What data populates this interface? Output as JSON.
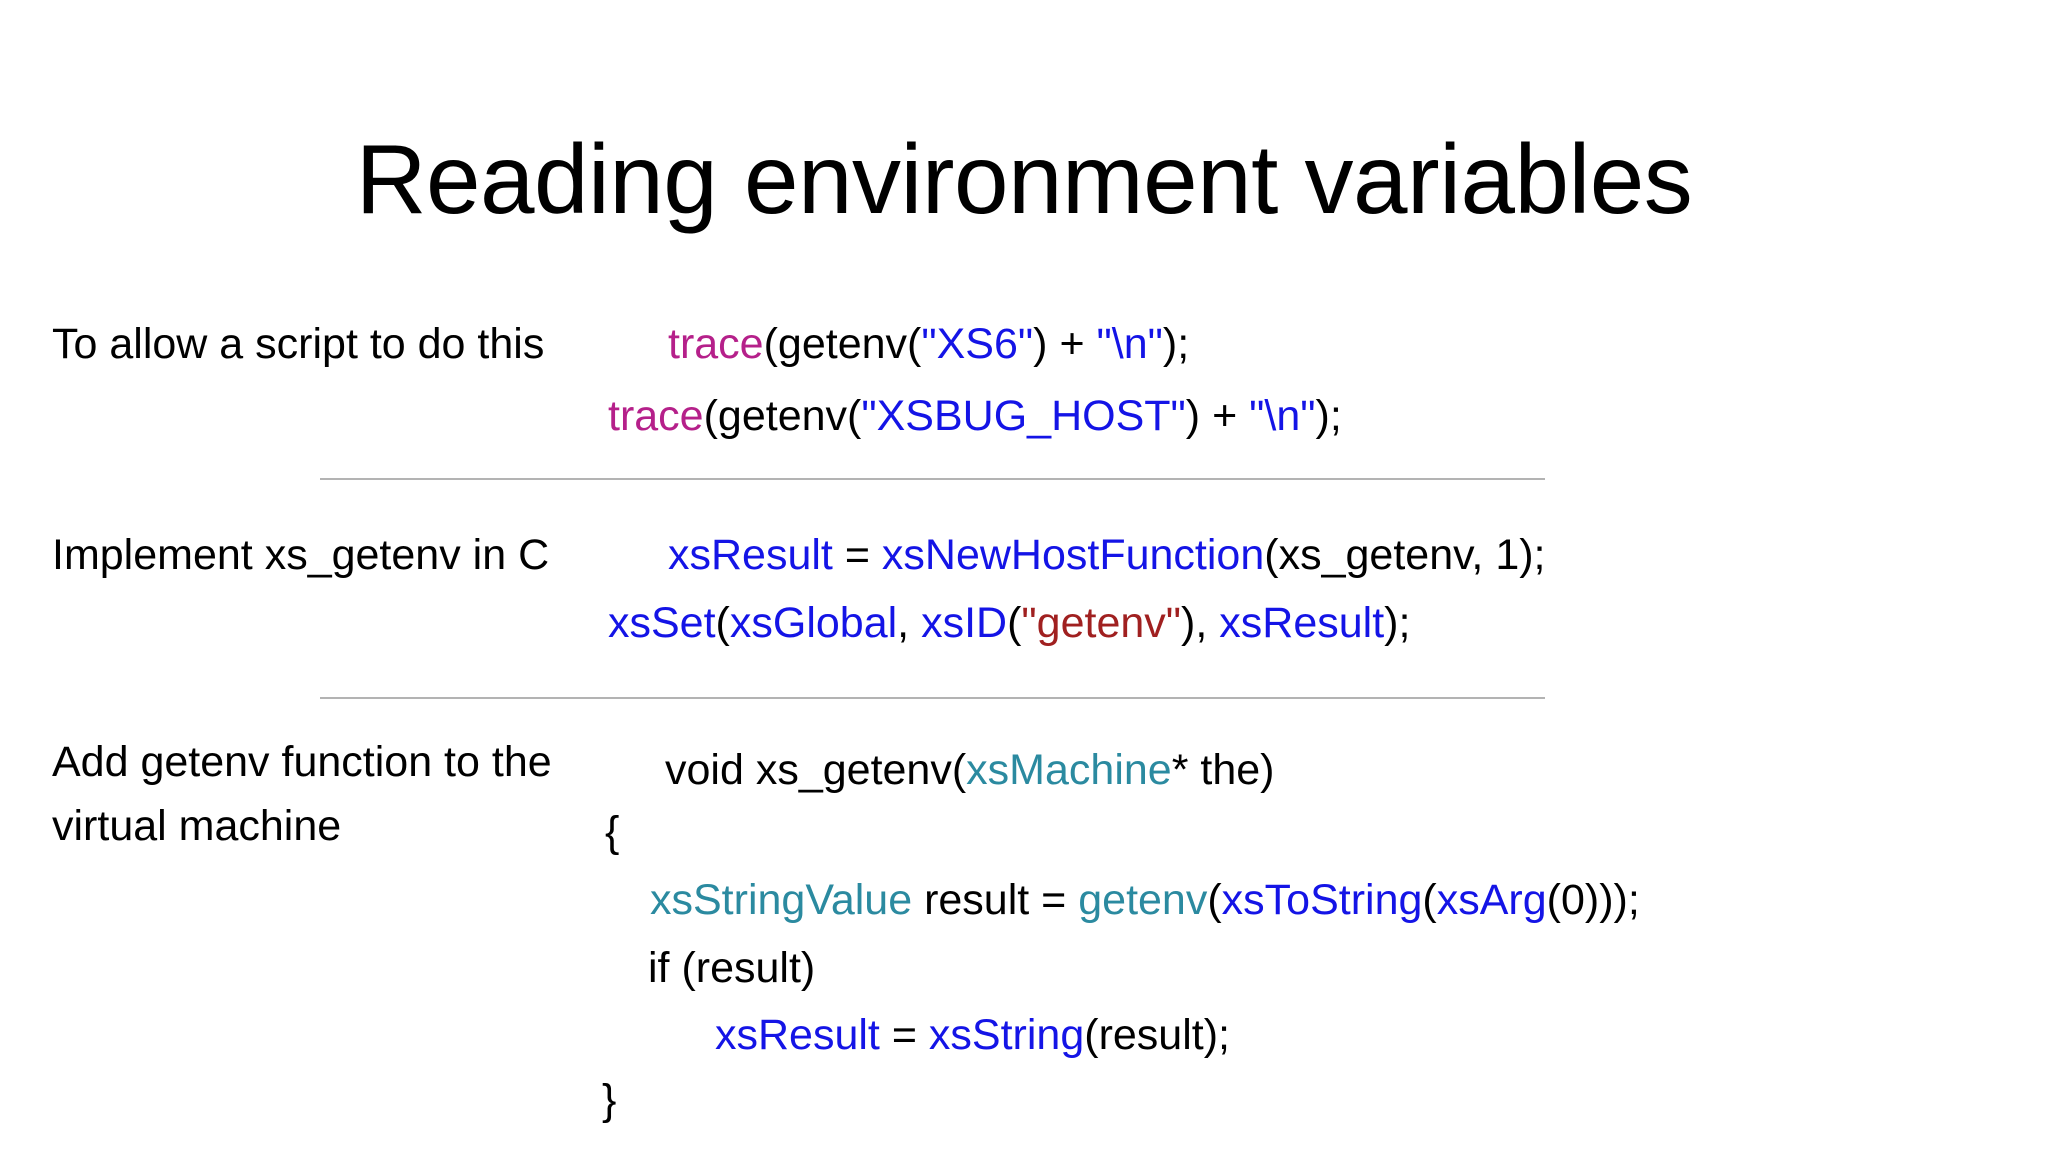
{
  "slide": {
    "title": "Reading environment variables",
    "sections": [
      {
        "id": "allow-script",
        "label": "To allow a script to do this",
        "lines": [
          {
            "id": "trace-xs6",
            "tokens": [
              {
                "text": "trace",
                "color": "magenta"
              },
              {
                "text": "(getenv(",
                "color": "plain"
              },
              {
                "text": "\"XS6\"",
                "color": "blue"
              },
              {
                "text": ") + ",
                "color": "plain"
              },
              {
                "text": "\"\\n\"",
                "color": "blue"
              },
              {
                "text": ");",
                "color": "plain"
              }
            ]
          },
          {
            "id": "trace-xsbug-host",
            "tokens": [
              {
                "text": "trace",
                "color": "magenta"
              },
              {
                "text": "(getenv(",
                "color": "plain"
              },
              {
                "text": "\"XSBUG_HOST\"",
                "color": "blue"
              },
              {
                "text": ") + ",
                "color": "plain"
              },
              {
                "text": "\"\\n\"",
                "color": "blue"
              },
              {
                "text": ");",
                "color": "plain"
              }
            ]
          }
        ]
      },
      {
        "id": "implement-in-c",
        "label": "Implement xs_getenv in C",
        "lines": [
          {
            "id": "xsresult-newhostfunction",
            "tokens": [
              {
                "text": "xsResult",
                "color": "blue"
              },
              {
                "text": " = ",
                "color": "plain"
              },
              {
                "text": "xsNewHostFunction",
                "color": "blue"
              },
              {
                "text": "(xs_getenv, 1);",
                "color": "plain"
              }
            ]
          },
          {
            "id": "xsset-global",
            "tokens": [
              {
                "text": "xsSet",
                "color": "blue"
              },
              {
                "text": "(",
                "color": "plain"
              },
              {
                "text": "xsGlobal",
                "color": "blue"
              },
              {
                "text": ", ",
                "color": "plain"
              },
              {
                "text": "xsID",
                "color": "blue"
              },
              {
                "text": "(",
                "color": "plain"
              },
              {
                "text": "\"getenv\"",
                "color": "darkred"
              },
              {
                "text": "), ",
                "color": "plain"
              },
              {
                "text": "xsResult",
                "color": "blue"
              },
              {
                "text": ");",
                "color": "plain"
              }
            ]
          }
        ]
      },
      {
        "id": "add-getenv-function",
        "label": "Add getenv function to the virtual machine",
        "lines": [
          {
            "id": "fn-signature",
            "tokens": [
              {
                "text": "void xs_getenv(",
                "color": "plain"
              },
              {
                "text": "xsMachine",
                "color": "teal"
              },
              {
                "text": "* the)",
                "color": "plain"
              }
            ]
          },
          {
            "id": "brace-open",
            "tokens": [
              {
                "text": "{",
                "color": "plain"
              }
            ]
          },
          {
            "id": "stringvalue-result",
            "tokens": [
              {
                "text": "xsStringValue",
                "color": "teal"
              },
              {
                "text": " result = ",
                "color": "plain"
              },
              {
                "text": "getenv",
                "color": "teal"
              },
              {
                "text": "(",
                "color": "plain"
              },
              {
                "text": "xsToString",
                "color": "blue"
              },
              {
                "text": "(",
                "color": "plain"
              },
              {
                "text": "xsArg",
                "color": "blue"
              },
              {
                "text": "(0)));",
                "color": "plain"
              }
            ]
          },
          {
            "id": "if-result",
            "tokens": [
              {
                "text": "if (result)",
                "color": "plain"
              }
            ]
          },
          {
            "id": "assign-xsstring",
            "tokens": [
              {
                "text": "xsResult",
                "color": "blue"
              },
              {
                "text": " = ",
                "color": "plain"
              },
              {
                "text": "xsString",
                "color": "blue"
              },
              {
                "text": "(result);",
                "color": "plain"
              }
            ]
          },
          {
            "id": "brace-close",
            "tokens": [
              {
                "text": "}",
                "color": "plain"
              }
            ]
          }
        ]
      }
    ],
    "colors": {
      "plain": "#000000",
      "magenta": "#b5208a",
      "blue": "#1414e6",
      "darkred": "#a02020",
      "teal": "#2b8aa0",
      "divider": "#b3b3b3",
      "background": "#ffffff"
    }
  }
}
